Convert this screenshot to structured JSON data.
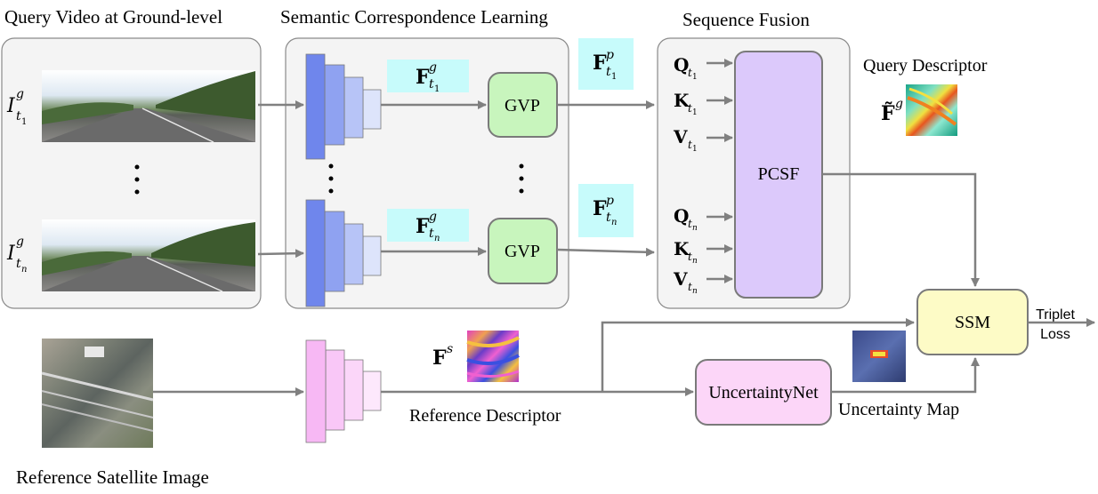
{
  "sections": {
    "query_video": "Query Video at Ground-level",
    "semantic": "Semantic Correspondence Learning",
    "fusion": "Sequence Fusion",
    "query_descriptor": "Query Descriptor",
    "reference_image": "Reference Satellite Image",
    "reference_descriptor": "Reference Descriptor",
    "uncertainty_map": "Uncertainty Map"
  },
  "modules": {
    "gvp": "GVP",
    "pcsf": "PCSF",
    "ssm": "SSM",
    "uncertainty_net": "UncertaintyNet"
  },
  "loss": {
    "line1": "Triplet",
    "line2": "Loss"
  },
  "symbols": {
    "I_base": "I",
    "I_sup": "g",
    "t": "t",
    "sub1": "1",
    "subn": "n",
    "F_base": "F",
    "sup_g": "g",
    "sup_p": "p",
    "sup_s": "s",
    "Q": "Q",
    "K": "K",
    "V": "V",
    "Ftilde_base": "F̃"
  },
  "colors": {
    "panel_fill": "#f4f4f4",
    "panel_stroke": "#8a8a8a",
    "encoder_blue": "#6f86ec",
    "encoder_pink": "#f7b8f4",
    "gvp_fill": "#c8f5bd",
    "pcsf_fill": "#dcc9fb",
    "ssm_fill": "#fdfbc6",
    "uncertainty_fill": "#fcd6f8",
    "feature_label_fill": "#c7fbfb",
    "arrow": "#808080"
  }
}
